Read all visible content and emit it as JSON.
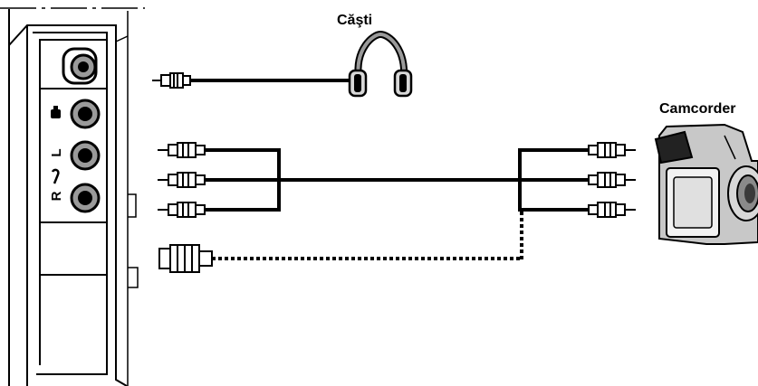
{
  "labels": {
    "headphones": "Căşti",
    "camcorder": "Camcorder",
    "left_channel": "L",
    "right_channel": "R"
  },
  "icons": {
    "headphone_jack": "headphone-symbol-icon",
    "audio_channel": "audio-symbol-icon",
    "video_channel": "video-camera-symbol-icon"
  },
  "colors": {
    "line": "#000000",
    "jack_gray": "#9a9a9a",
    "panel": "#000000",
    "background": "#ffffff"
  }
}
